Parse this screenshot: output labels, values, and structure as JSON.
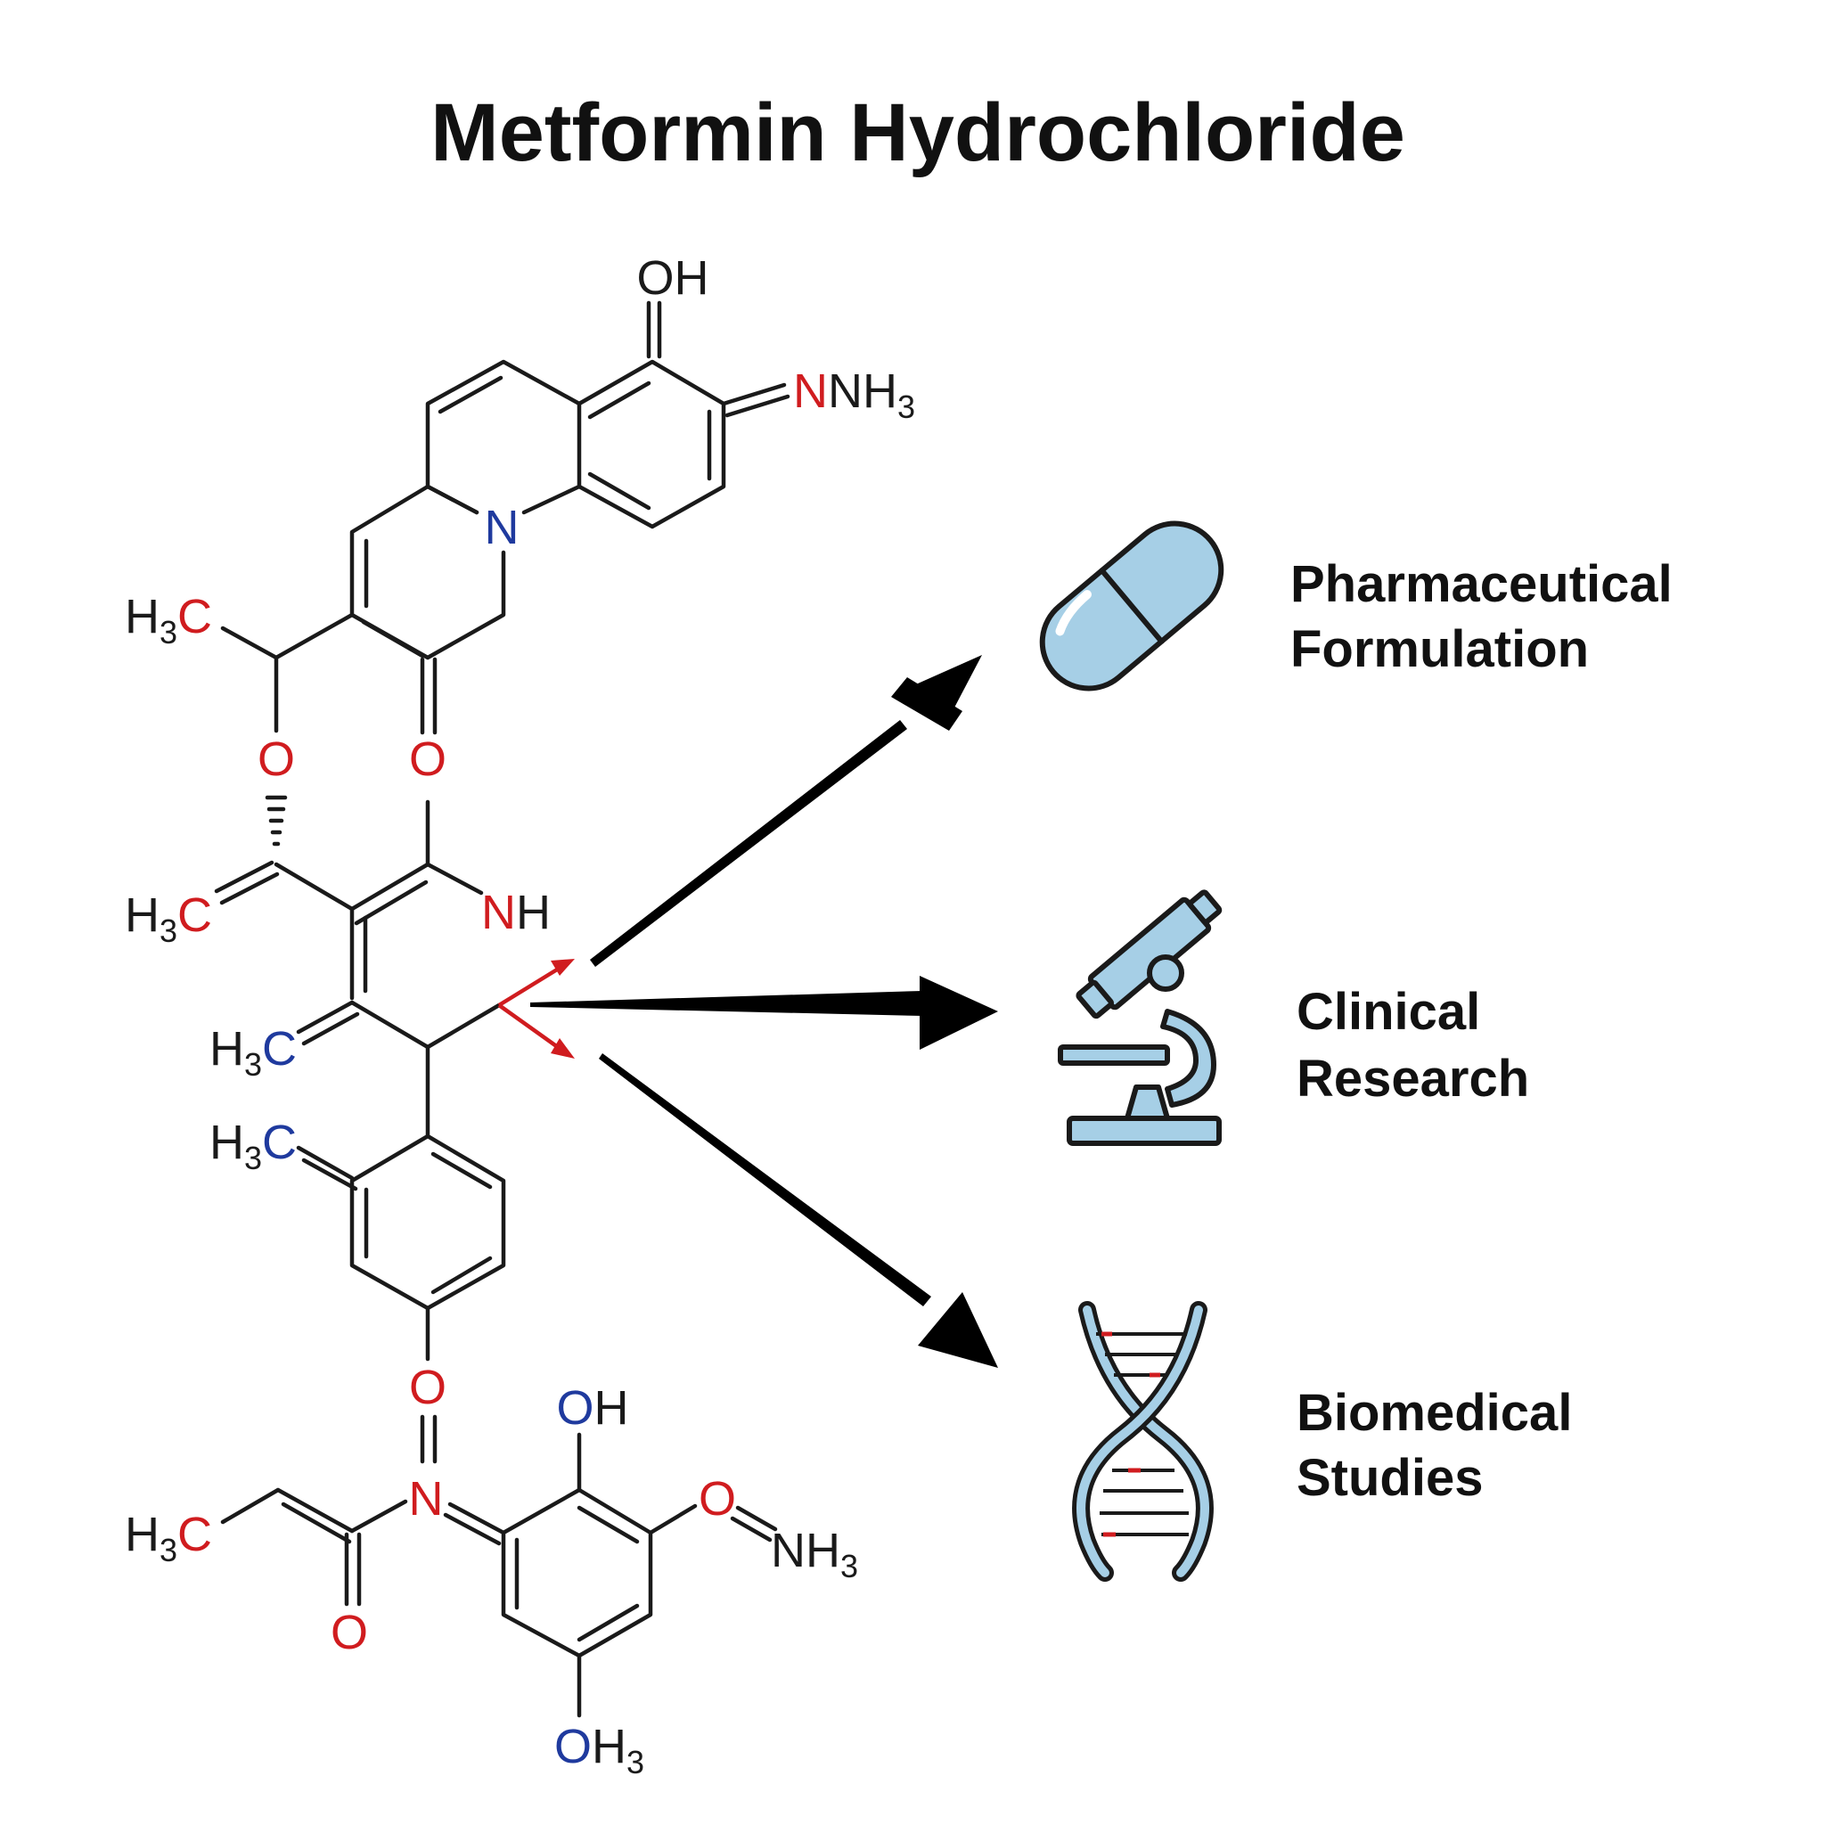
{
  "title": "Metformin Hydrochloride",
  "colors": {
    "bond": "#1a1a1a",
    "oxygen": "#d01c1f",
    "nitrogen": "#1f3a9e",
    "carbon_label": "#d01c1f",
    "arrow": "#000000",
    "accent_red": "#d01c1f",
    "icon_fill": "#a6cfe6",
    "icon_outline": "#1a1a1a"
  },
  "molecule": {
    "labels": {
      "oh_top": "OH",
      "nh3_top": {
        "main": "NH",
        "sub": "3"
      },
      "n_ring": "N",
      "h3c_1": {
        "h": "H",
        "sub": "3",
        "c": "C"
      },
      "o_left": "O",
      "o_center": "O",
      "h3c_2": {
        "h": "H",
        "sub": "3",
        "c": "C"
      },
      "nh_mid": "NH",
      "h3c_3": {
        "h": "H",
        "sub": "3",
        "c": "C"
      },
      "h3c_4": {
        "h": "H",
        "sub": "3",
        "c": "C"
      },
      "o_ether": "O",
      "oh_lower": "OH",
      "n_lower": "N",
      "o_right": "O",
      "nh3_lower": {
        "main": "NH",
        "sub": "3"
      },
      "h3c_5": {
        "h": "H",
        "sub": "3",
        "c": "C"
      },
      "o_bottom_left": "O",
      "oh3_bottom": {
        "main": "OH",
        "sub": "3"
      }
    }
  },
  "applications": [
    {
      "icon": "capsule-icon",
      "line1": "Pharmaceutical",
      "line2": "Formulation"
    },
    {
      "icon": "microscope-icon",
      "line1": "Clinical",
      "line2": "Research"
    },
    {
      "icon": "dna-icon",
      "line1": "Biomedical",
      "line2": "Studies"
    }
  ]
}
